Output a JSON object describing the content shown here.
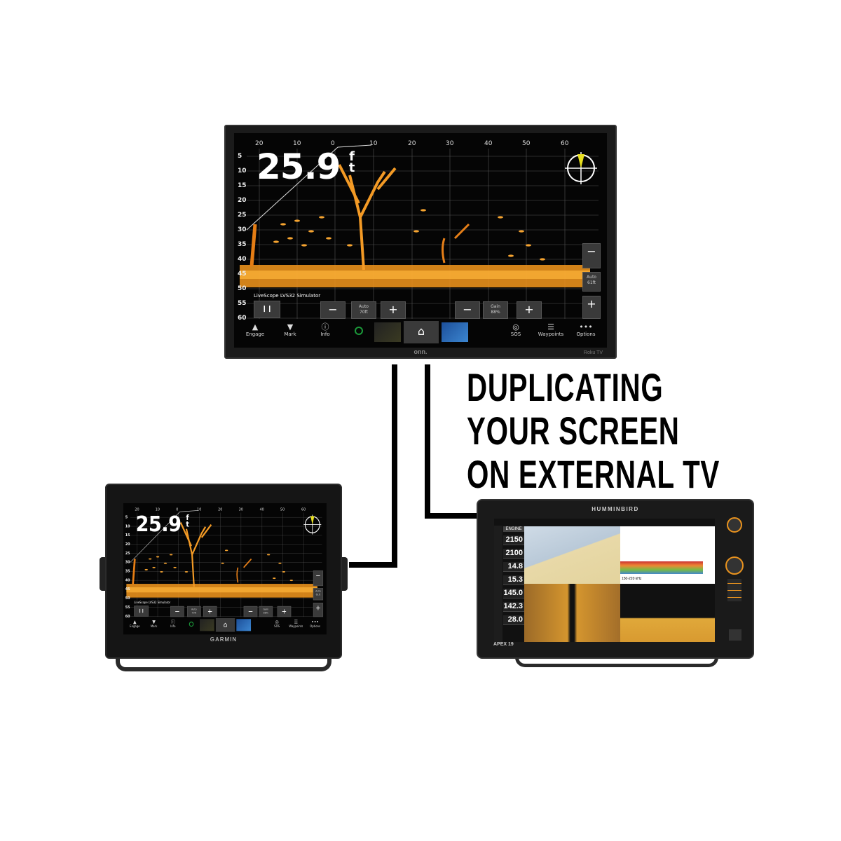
{
  "headline": {
    "lines": [
      "DUPLICATING",
      "YOUR SCREEN",
      "ON EXTERNAL TV"
    ]
  },
  "colors": {
    "sonar_orange": "#f08a1a",
    "sonar_background": "#050505",
    "connector": "#000000"
  },
  "tv": {
    "brand": "onn.",
    "badge": "Roku TV"
  },
  "garmin": {
    "brand": "GARMIN"
  },
  "sonar": {
    "depth_value": "25.9",
    "depth_unit": "ft",
    "range_labels": [
      "20",
      "10",
      "0",
      "10",
      "20",
      "30",
      "40",
      "50",
      "60"
    ],
    "depth_labels": [
      "5",
      "10",
      "15",
      "20",
      "25",
      "30",
      "35",
      "40",
      "45",
      "50",
      "55",
      "60"
    ],
    "simulator_label": "LiveScope LVS32 Simulator",
    "range_control": {
      "title": "Auto",
      "value": "70ft"
    },
    "gain_control": {
      "title": "Gain",
      "value": "88%"
    },
    "zoom_control": {
      "title": "Auto",
      "value": "61ft"
    },
    "nav": [
      {
        "label": "Engage",
        "icon": "autopilot-icon"
      },
      {
        "label": "Mark",
        "icon": "map-pin-icon"
      },
      {
        "label": "Info",
        "icon": "info-icon"
      },
      {
        "label": "SOS",
        "icon": "lifebuoy-icon"
      },
      {
        "label": "Waypoints",
        "icon": "waypoints-list-icon"
      },
      {
        "label": "Options",
        "icon": "more-dots-icon"
      }
    ]
  },
  "humminbird": {
    "brand": "HUMMINBIRD",
    "model": "APEX 19",
    "engine_title": "ENGINE",
    "engine_values": [
      "2150",
      "2100",
      "14.8",
      "15.3",
      "145.0",
      "142.3",
      "28.0"
    ],
    "sonar_freq": "150-220 kHz"
  }
}
